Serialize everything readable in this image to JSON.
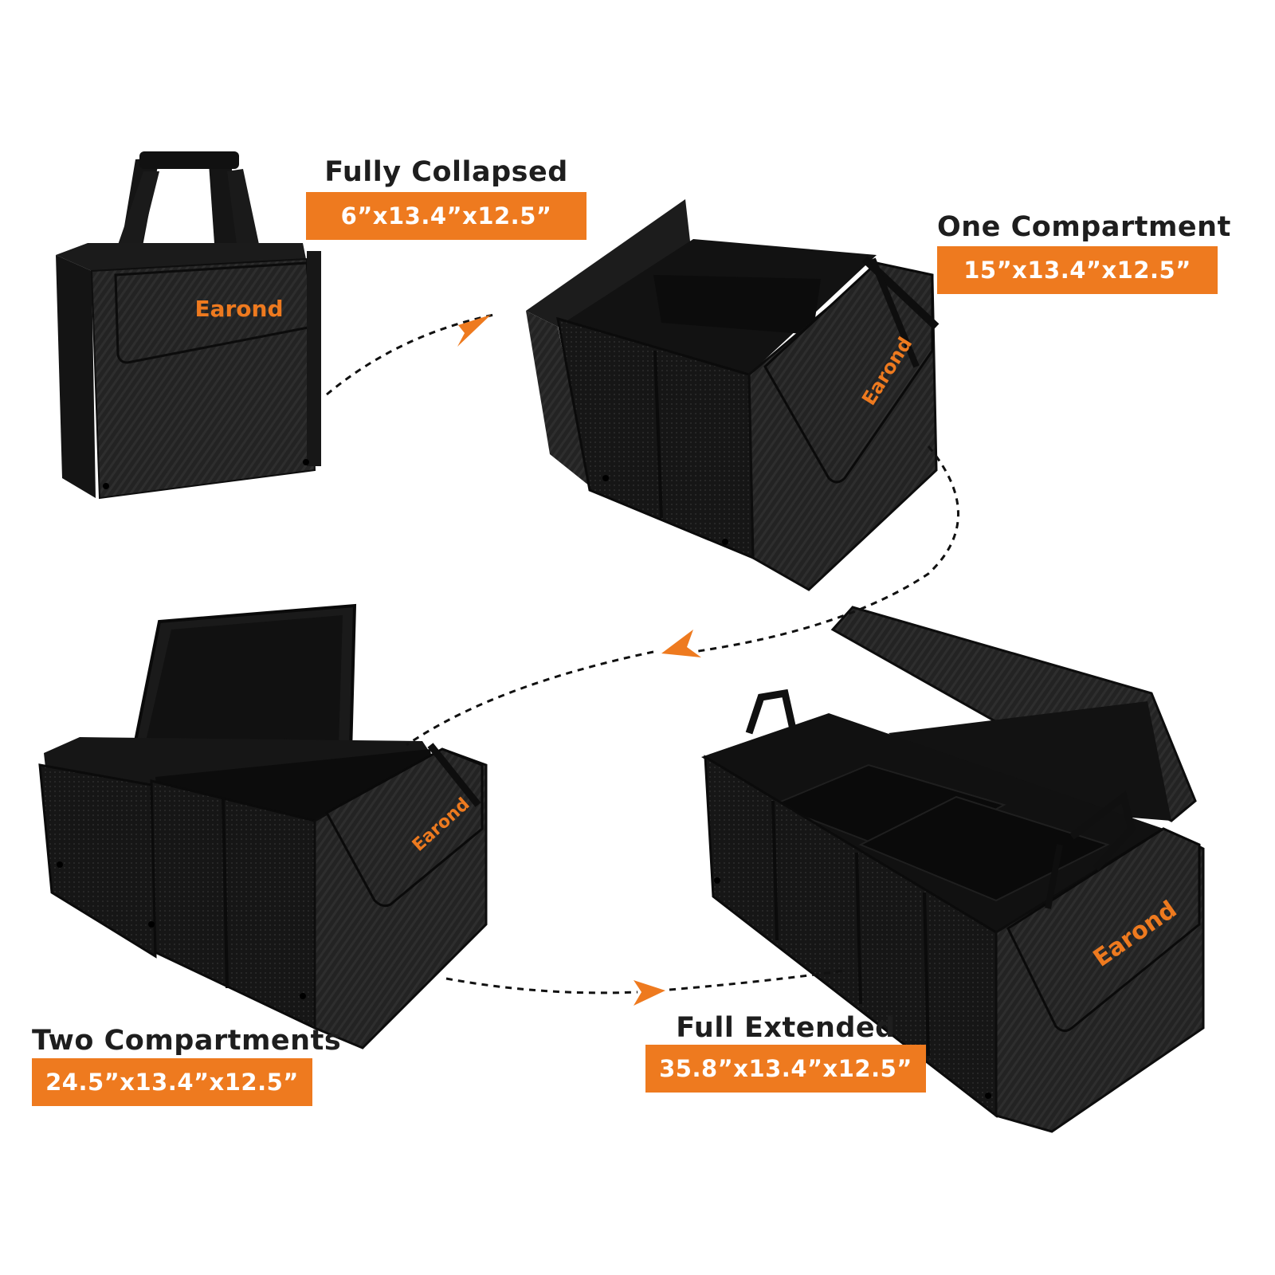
{
  "brand": "Earond",
  "stages": {
    "collapsed": {
      "title": "Fully Collapsed",
      "size": "6”x13.4”x12.5”"
    },
    "one": {
      "title": "One Compartment",
      "size": "15”x13.4”x12.5”"
    },
    "two": {
      "title": "Two Compartments",
      "size": "24.5”x13.4”x12.5”"
    },
    "full": {
      "title": "Full Extended",
      "size": "35.8”x13.4”x12.5”"
    }
  },
  "colors": {
    "accent": "#ee7a1f",
    "product": "#202020",
    "heading": "#1e1e1e"
  },
  "icons": [
    "arrow-icon"
  ]
}
